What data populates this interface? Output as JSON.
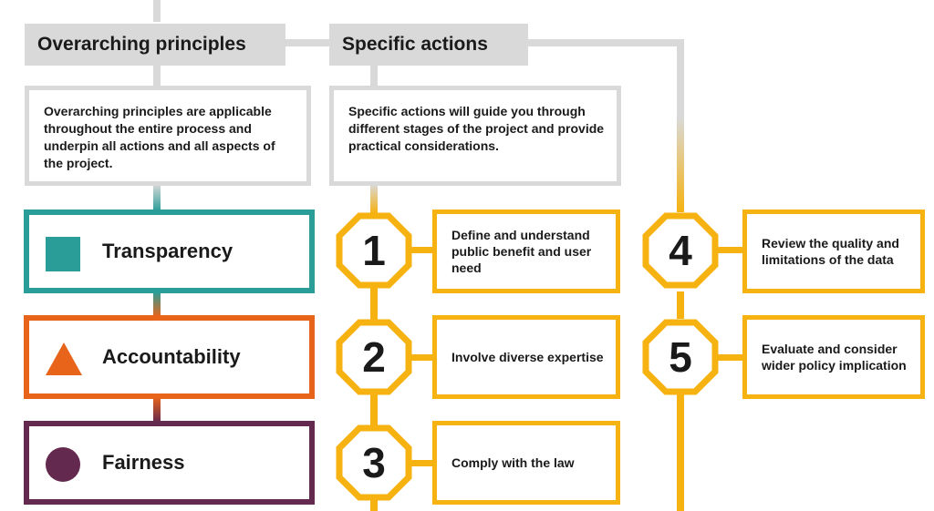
{
  "colors": {
    "grey": "#d9d9d9",
    "teal": "#2a9d98",
    "orange": "#e8641b",
    "purple": "#63294f",
    "amber": "#f5b211"
  },
  "headers": {
    "principles": "Overarching principles",
    "actions": "Specific actions"
  },
  "descriptions": {
    "principles": "Overarching principles are applicable throughout the entire process and underpin all actions and all aspects of the project.",
    "actions": "Specific actions will guide you through different stages of the project and provide practical considerations."
  },
  "principles": [
    {
      "label": "Transparency",
      "icon": "square-icon"
    },
    {
      "label": "Accountability",
      "icon": "triangle-icon"
    },
    {
      "label": "Fairness",
      "icon": "circle-icon"
    }
  ],
  "actions": [
    {
      "number": "1",
      "text": "Define and understand public benefit and user need"
    },
    {
      "number": "2",
      "text": "Involve diverse expertise"
    },
    {
      "number": "3",
      "text": "Comply with the law"
    },
    {
      "number": "4",
      "text": "Review the quality and limitations of the data"
    },
    {
      "number": "5",
      "text": "Evaluate and consider wider policy implication"
    }
  ]
}
